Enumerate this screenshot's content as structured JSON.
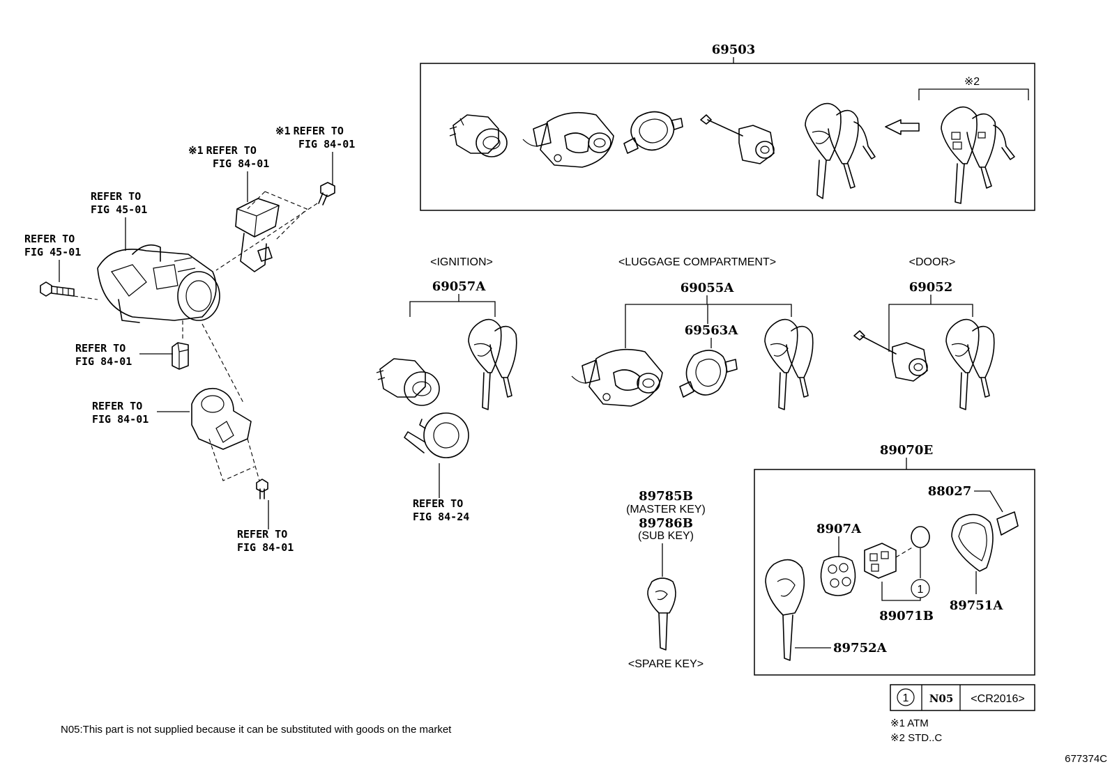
{
  "diagram": {
    "part_numbers": {
      "p69503": "69503",
      "p69057a": "69057A",
      "p69055a": "69055A",
      "p69563a": "69563A",
      "p69052": "69052",
      "p89785b": "89785B",
      "p89786b": "89786B",
      "p89070e": "89070E",
      "p88027": "88027",
      "p8907a": "8907A",
      "p89751a": "89751A",
      "p89071b": "89071B",
      "p89752a": "89752A"
    },
    "section_labels": {
      "ignition": "<IGNITION>",
      "luggage": "<LUGGAGE COMPARTMENT>",
      "door": "<DOOR>",
      "spare_key": "<SPARE KEY>",
      "master_key": "(MASTER KEY)",
      "sub_key": "(SUB KEY)"
    },
    "refs": {
      "refer_to": "REFER TO",
      "fig_45_01": "FIG 45-01",
      "fig_84_01": "FIG 84-01",
      "fig_84_24": "FIG 84-24",
      "mark1": "※1",
      "mark2": "※2"
    },
    "legend": {
      "circle_num": "1",
      "code": "N05",
      "battery": "<CR2016>",
      "note1": "※1 ATM",
      "note2": "※2 STD..C"
    },
    "footnote": "N05:This part is not supplied because it can be substituted with goods on the market",
    "figure_id": "677374C"
  }
}
